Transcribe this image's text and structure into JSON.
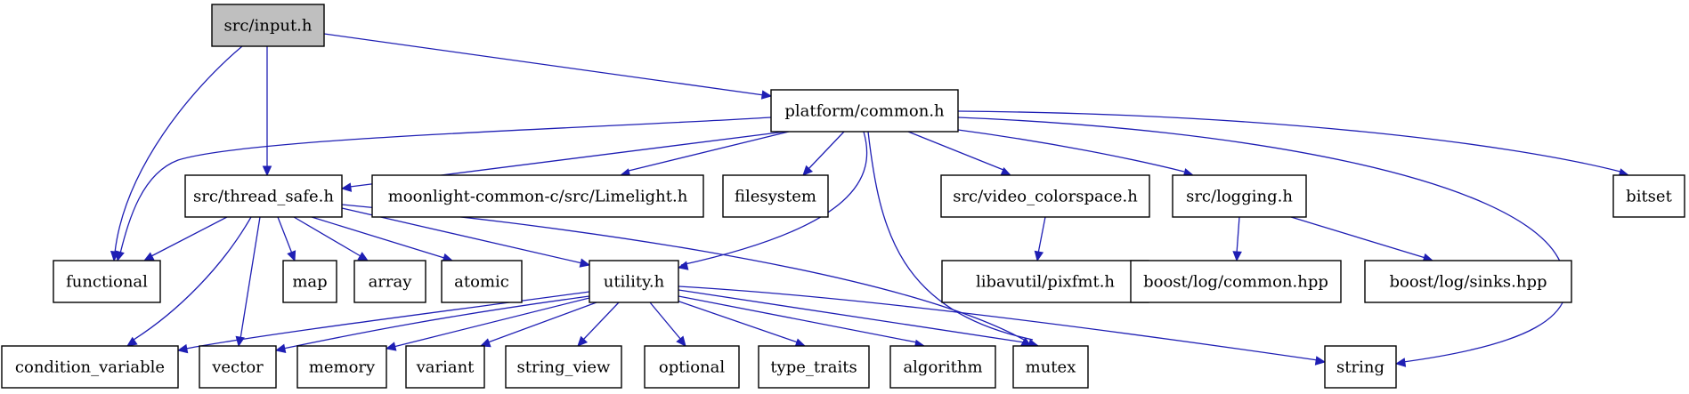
{
  "colors": {
    "node_fill": "#ffffff",
    "root_fill": "#bfbfbf",
    "stroke": "#000000",
    "edge": "#1f1fb4"
  },
  "nodes": {
    "input_h": "src/input.h",
    "common_h": "platform/common.h",
    "thread_safe_h": "src/thread_safe.h",
    "limelight_h": "moonlight-common-c/src/Limelight.h",
    "filesystem": "filesystem",
    "video_colorspace_h": "src/video_colorspace.h",
    "logging_h": "src/logging.h",
    "bitset": "bitset",
    "functional": "functional",
    "map": "map",
    "array": "array",
    "atomic": "atomic",
    "utility_h": "utility.h",
    "pixfmt_h": "libavutil/pixfmt.h",
    "boost_common": "boost/log/common.hpp",
    "boost_sinks": "boost/log/sinks.hpp",
    "condition_variable": "condition_variable",
    "vector": "vector",
    "memory": "memory",
    "variant": "variant",
    "string_view": "string_view",
    "optional": "optional",
    "type_traits": "type_traits",
    "algorithm": "algorithm",
    "mutex": "mutex",
    "string": "string"
  }
}
